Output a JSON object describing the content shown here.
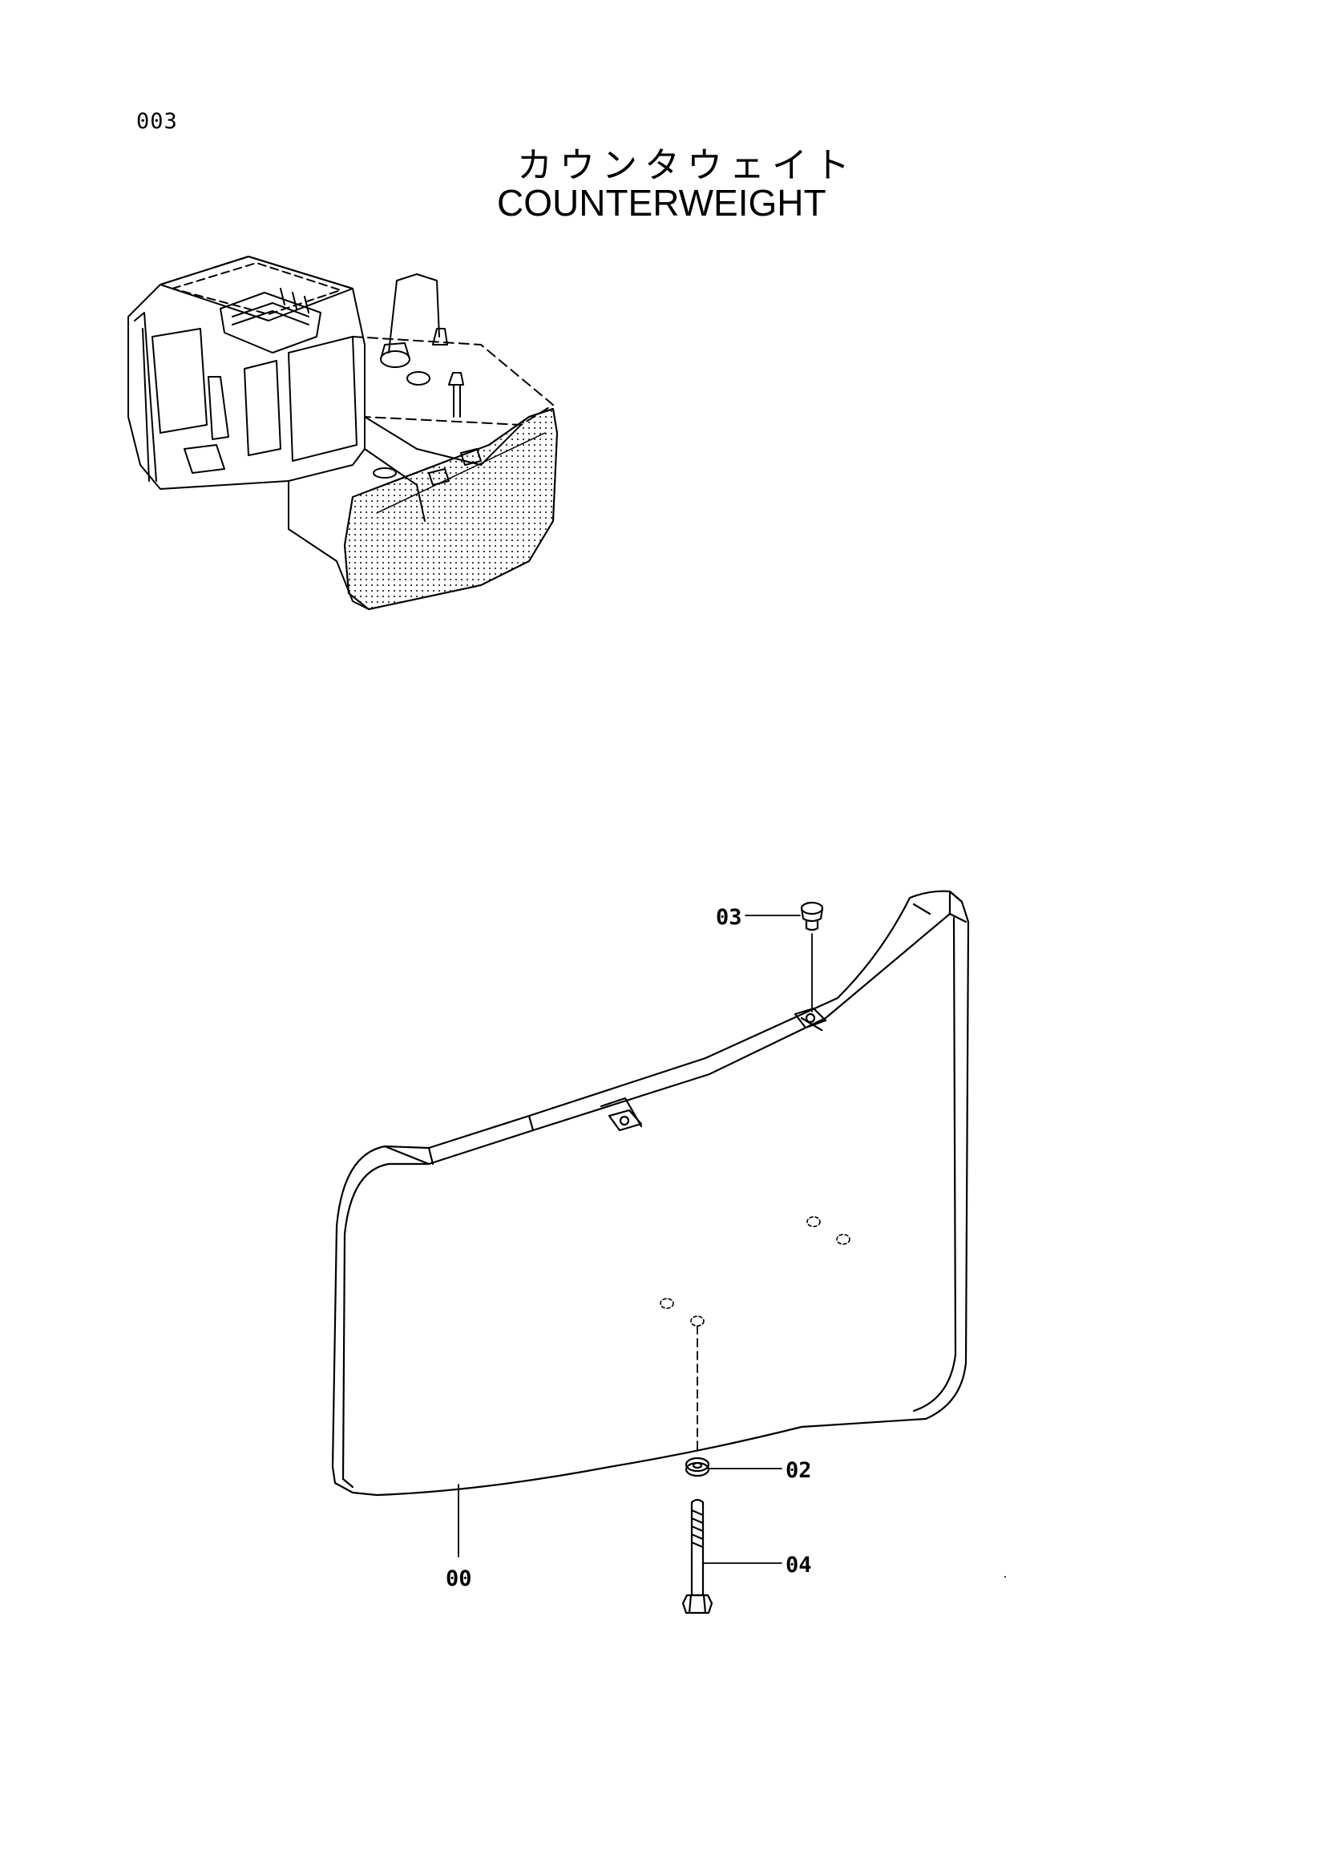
{
  "page": {
    "number": "003"
  },
  "title": {
    "japanese": "カウンタウェイト",
    "english": "COUNTERWEIGHT"
  },
  "callouts": {
    "item_00": "00",
    "item_02": "02",
    "item_03": "03",
    "item_04": "04"
  },
  "colors": {
    "ink": "#000000",
    "paper": "#ffffff"
  }
}
